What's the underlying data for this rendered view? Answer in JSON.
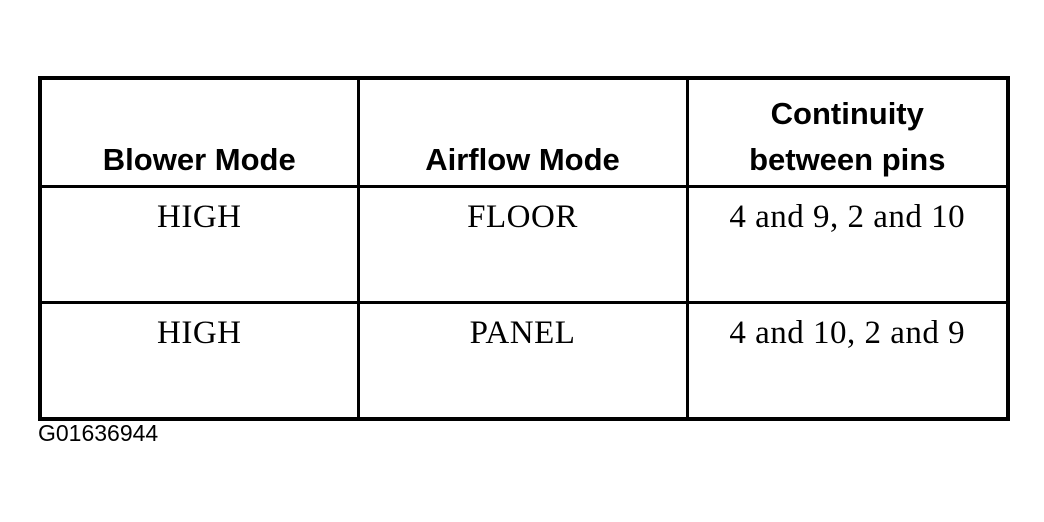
{
  "figure": {
    "caption": "G01636944",
    "border_color": "#000000",
    "background_color": "#ffffff"
  },
  "table": {
    "columns": [
      {
        "key": "blower_mode",
        "header": "Blower Mode"
      },
      {
        "key": "airflow_mode",
        "header": "Airflow Mode"
      },
      {
        "key": "continuity",
        "header_line_1": "Continuity",
        "header_line_2": "between pins"
      }
    ],
    "rows": [
      {
        "blower_mode": "HIGH",
        "airflow_mode": "FLOOR",
        "continuity": "4 and 9, 2 and 10"
      },
      {
        "blower_mode": "HIGH",
        "airflow_mode": "PANEL",
        "continuity": "4 and 10, 2 and 9"
      }
    ]
  }
}
